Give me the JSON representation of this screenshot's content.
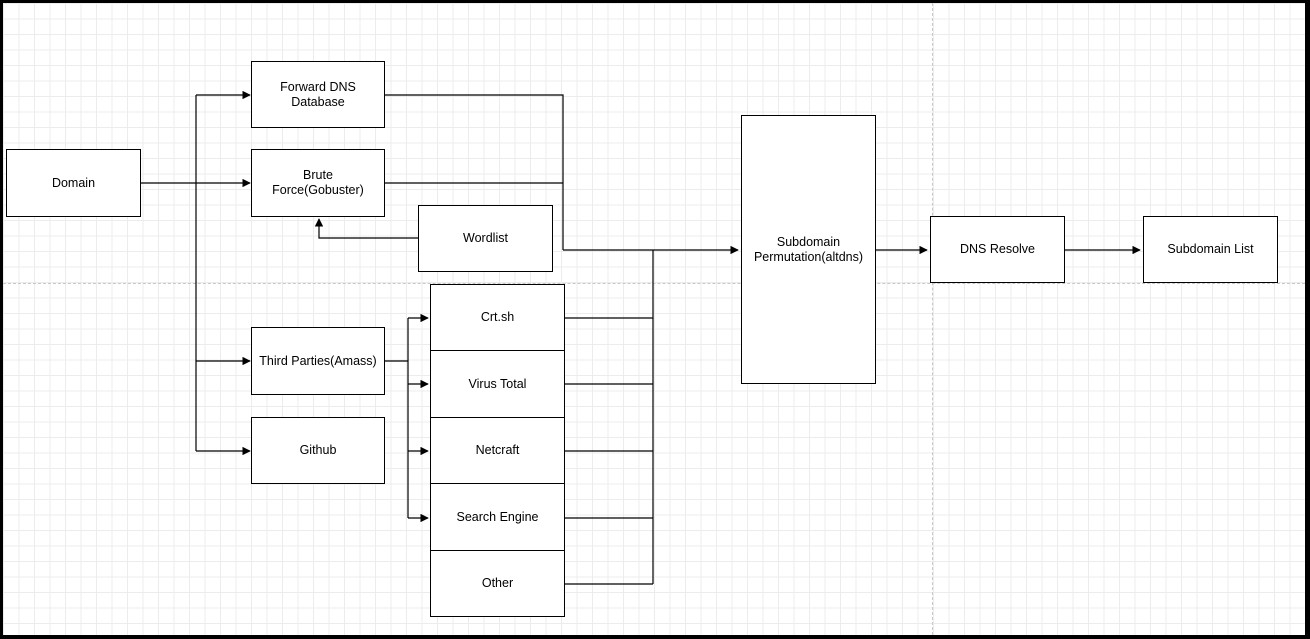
{
  "nodes": {
    "domain": "Domain",
    "forward_dns": "Forward DNS Database",
    "brute_force": "Brute Force(Gobuster)",
    "wordlist": "Wordlist",
    "third_parties": "Third Parties(Amass)",
    "github": "Github",
    "crtsh": "Crt.sh",
    "virus_total": "Virus Total",
    "netcraft": "Netcraft",
    "search_engine": "Search Engine",
    "other": "Other",
    "permutation": "Subdomain Permutation(altdns)",
    "dns_resolve": "DNS Resolve",
    "subdomain_list": "Subdomain List"
  },
  "colors": {
    "background": "#ffffff",
    "grid": "#ececec",
    "stroke": "#000000",
    "frame": "#000000"
  }
}
